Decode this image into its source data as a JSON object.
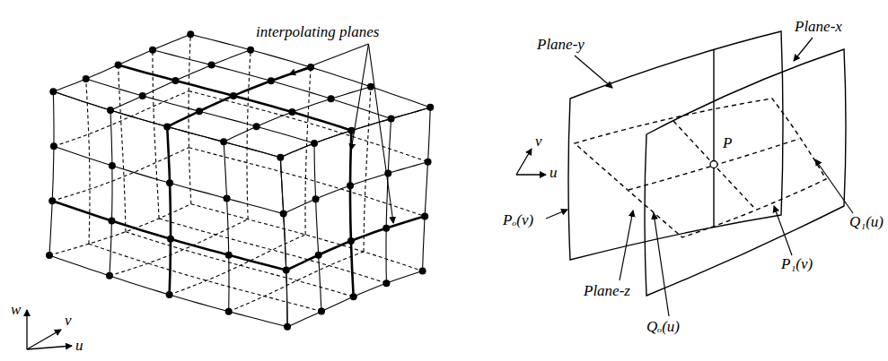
{
  "diagram": {
    "labels": [
      "interpolating planes",
      "w",
      "v",
      "u",
      "Plane-y",
      "Plane-x",
      "Pₒ(v)",
      "Q₁(u)",
      "P",
      "Plane-z",
      "P₁(v)",
      "Qₒ(u)",
      "v",
      "u"
    ]
  }
}
